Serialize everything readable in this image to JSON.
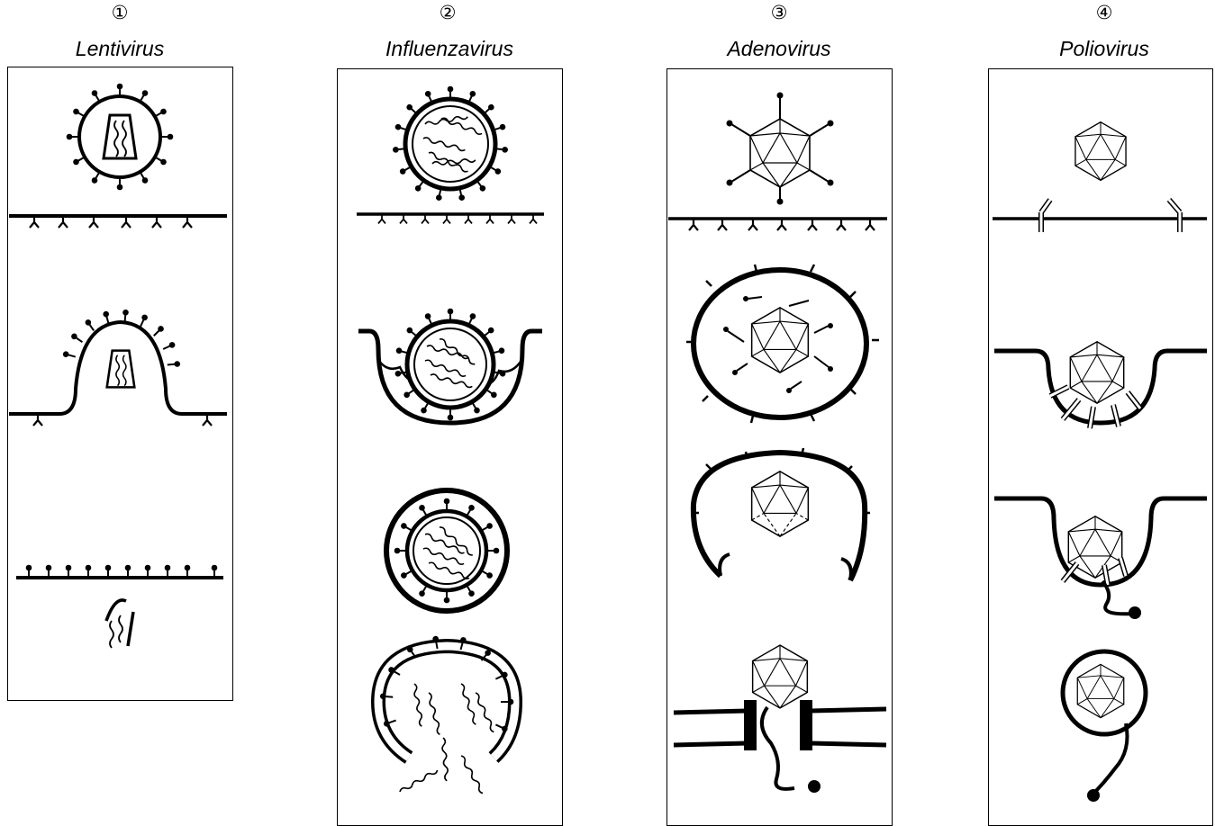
{
  "columns": [
    {
      "number": "①",
      "name": "Lentivirus"
    },
    {
      "number": "②",
      "name": "Influenzavirus"
    },
    {
      "number": "③",
      "name": "Adenovirus"
    },
    {
      "number": "④",
      "name": "Poliovirus"
    }
  ]
}
